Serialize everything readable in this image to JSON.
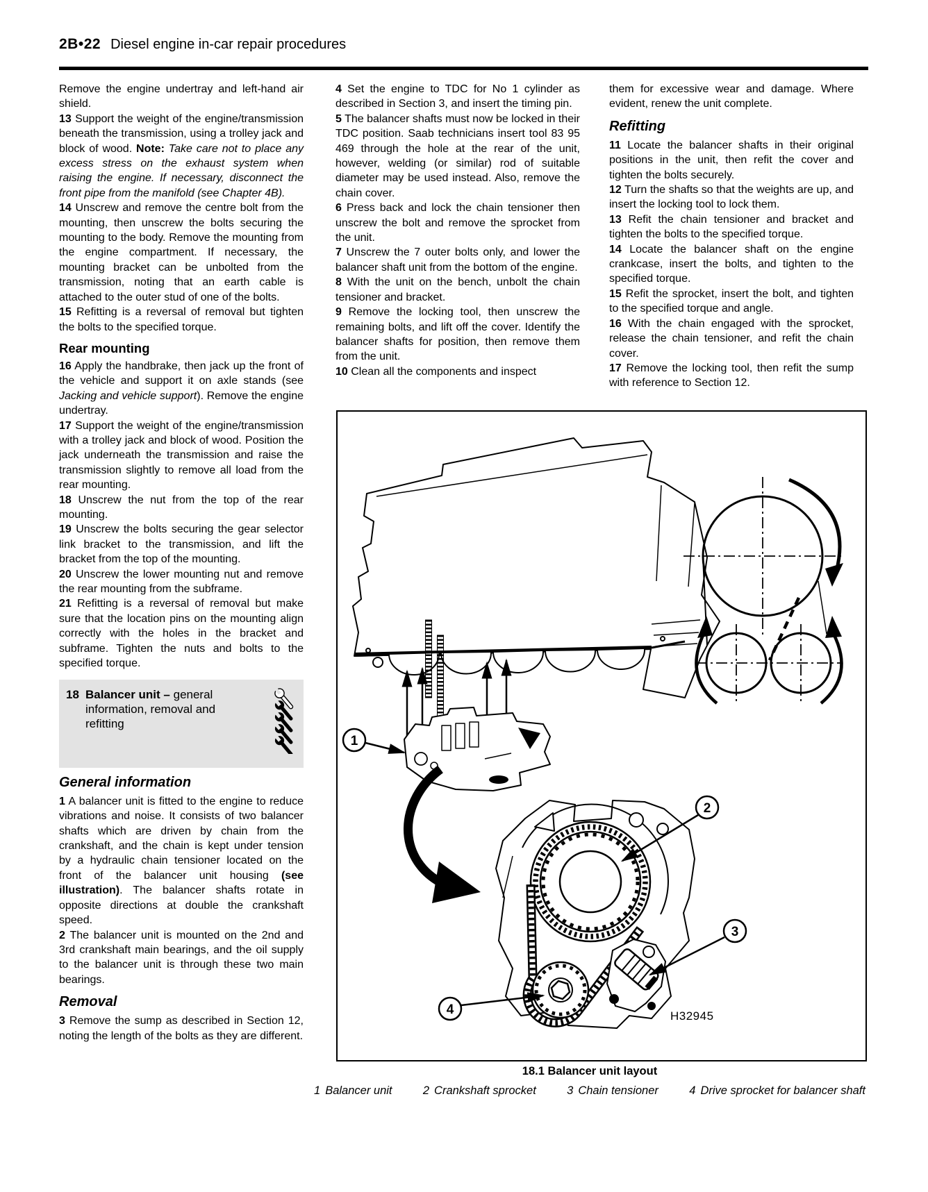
{
  "header": {
    "page_number": "2B•22",
    "title": "Diesel engine in-car repair procedures"
  },
  "section_box": {
    "number": "18",
    "title_bold": "Balancer unit – ",
    "title_rest": "general information, removal and refitting",
    "difficulty_icon": "spanner-icons",
    "spanner_count": 5
  },
  "columns": {
    "left": [
      {
        "type": "para",
        "segments": [
          {
            "t": "Remove the engine undertray and left-hand air shield.",
            "f": "n"
          }
        ]
      },
      {
        "type": "para",
        "segments": [
          {
            "t": "13",
            "f": "b"
          },
          {
            "t": " Support the weight of the engine/transmission beneath the transmission, using a trolley jack and block of wood. ",
            "f": "n"
          },
          {
            "t": "Note:",
            "f": "b"
          },
          {
            "t": " Take care not to place any excess stress on the exhaust system when raising the engine. If necessary, disconnect the front pipe from the manifold (see Chapter 4B).",
            "f": "i"
          }
        ]
      },
      {
        "type": "para",
        "segments": [
          {
            "t": "14",
            "f": "b"
          },
          {
            "t": " Unscrew and remove the centre bolt from the mounting, then unscrew the bolts securing the mounting to the body. Remove the mounting from the engine compartment. If necessary, the mounting bracket can be unbolted from the transmission, noting that an earth cable is attached to the outer stud of one of the bolts.",
            "f": "n"
          }
        ]
      },
      {
        "type": "para",
        "segments": [
          {
            "t": "15",
            "f": "b"
          },
          {
            "t": " Refitting is a reversal of removal but tighten the bolts to the specified torque.",
            "f": "n"
          }
        ]
      },
      {
        "type": "h1",
        "text": "Rear mounting"
      },
      {
        "type": "para",
        "segments": [
          {
            "t": "16",
            "f": "b"
          },
          {
            "t": " Apply the handbrake, then jack up the front of the vehicle and support it on axle stands (see ",
            "f": "n"
          },
          {
            "t": "Jacking and vehicle support",
            "f": "i"
          },
          {
            "t": "). Remove the engine undertray.",
            "f": "n"
          }
        ]
      },
      {
        "type": "para",
        "segments": [
          {
            "t": "17",
            "f": "b"
          },
          {
            "t": " Support the weight of the engine/transmission with a trolley jack and block of wood. Position the jack underneath the transmission and raise the transmission slightly to remove all load from the rear mounting.",
            "f": "n"
          }
        ]
      },
      {
        "type": "para",
        "segments": [
          {
            "t": "18",
            "f": "b"
          },
          {
            "t": " Unscrew the nut from the top of the rear mounting.",
            "f": "n"
          }
        ]
      },
      {
        "type": "para",
        "segments": [
          {
            "t": "19",
            "f": "b"
          },
          {
            "t": " Unscrew the bolts securing the gear selector link bracket to the transmission, and lift the bracket from the top of the mounting.",
            "f": "n"
          }
        ]
      },
      {
        "type": "para",
        "segments": [
          {
            "t": "20",
            "f": "b"
          },
          {
            "t": " Unscrew the lower mounting nut and remove the rear mounting from the subframe.",
            "f": "n"
          }
        ]
      },
      {
        "type": "para",
        "segments": [
          {
            "t": "21",
            "f": "b"
          },
          {
            "t": " Refitting is a reversal of removal but make sure that the location pins on the mounting align correctly with the holes in the bracket and subframe. Tighten the nuts and bolts to the specified torque.",
            "f": "n"
          }
        ]
      },
      {
        "type": "box"
      },
      {
        "type": "h2",
        "text": "General information"
      },
      {
        "type": "para",
        "segments": [
          {
            "t": "1",
            "f": "b"
          },
          {
            "t": " A balancer unit is fitted to the engine to reduce vibrations and noise. It consists of two balancer shafts which are driven by chain from the crankshaft, and the chain is kept under tension by a hydraulic chain tensioner located on the front of the balancer unit housing ",
            "f": "n"
          },
          {
            "t": "(see illustration)",
            "f": "b"
          },
          {
            "t": ". The balancer shafts rotate in opposite directions at double the crankshaft speed.",
            "f": "n"
          }
        ]
      },
      {
        "type": "para",
        "segments": [
          {
            "t": "2",
            "f": "b"
          },
          {
            "t": " The balancer unit is mounted on the 2nd and 3rd crankshaft main bearings, and the oil supply to the balancer unit is through these two main bearings.",
            "f": "n"
          }
        ]
      },
      {
        "type": "h2",
        "text": "Removal"
      },
      {
        "type": "para",
        "segments": [
          {
            "t": "3",
            "f": "b"
          },
          {
            "t": " Remove the sump as described in Section 12, noting the length of the bolts as they are different.",
            "f": "n"
          }
        ]
      }
    ],
    "middle": [
      {
        "type": "para",
        "segments": [
          {
            "t": "4",
            "f": "b"
          },
          {
            "t": " Set the engine to TDC for No 1 cylinder as described in Section 3, and insert the timing pin.",
            "f": "n"
          }
        ]
      },
      {
        "type": "para",
        "segments": [
          {
            "t": "5",
            "f": "b"
          },
          {
            "t": " The balancer shafts must now be locked in their TDC position. Saab technicians insert tool 83 95 469 through the hole at the rear of the unit, however, welding (or similar) rod of suitable diameter may be used instead. Also, remove the chain cover.",
            "f": "n"
          }
        ]
      },
      {
        "type": "para",
        "segments": [
          {
            "t": "6",
            "f": "b"
          },
          {
            "t": " Press back and lock the chain tensioner then unscrew the bolt and remove the sprocket from the unit.",
            "f": "n"
          }
        ]
      },
      {
        "type": "para",
        "segments": [
          {
            "t": "7",
            "f": "b"
          },
          {
            "t": " Unscrew the 7 outer bolts only, and lower the balancer shaft unit from the bottom of the engine.",
            "f": "n"
          }
        ]
      },
      {
        "type": "para",
        "segments": [
          {
            "t": "8",
            "f": "b"
          },
          {
            "t": " With the unit on the bench, unbolt the chain tensioner and bracket.",
            "f": "n"
          }
        ]
      },
      {
        "type": "para",
        "segments": [
          {
            "t": "9",
            "f": "b"
          },
          {
            "t": " Remove the locking tool, then unscrew the remaining bolts, and lift off the cover. Identify the balancer shafts for position, then remove them from the unit.",
            "f": "n"
          }
        ]
      },
      {
        "type": "para",
        "segments": [
          {
            "t": "10",
            "f": "b"
          },
          {
            "t": " Clean all the components and inspect",
            "f": "n"
          }
        ]
      }
    ],
    "right": [
      {
        "type": "para",
        "segments": [
          {
            "t": "them for excessive wear and damage. Where evident, renew the unit complete.",
            "f": "n"
          }
        ]
      },
      {
        "type": "h2",
        "text": "Refitting"
      },
      {
        "type": "para",
        "segments": [
          {
            "t": "11",
            "f": "b"
          },
          {
            "t": " Locate the balancer shafts in their original positions in the unit, then refit the cover and tighten the bolts securely.",
            "f": "n"
          }
        ]
      },
      {
        "type": "para",
        "segments": [
          {
            "t": "12",
            "f": "b"
          },
          {
            "t": " Turn the shafts so that the weights are up, and insert the locking tool to lock them.",
            "f": "n"
          }
        ]
      },
      {
        "type": "para",
        "segments": [
          {
            "t": "13",
            "f": "b"
          },
          {
            "t": " Refit the chain tensioner and bracket and tighten the bolts to the specified torque.",
            "f": "n"
          }
        ]
      },
      {
        "type": "para",
        "segments": [
          {
            "t": "14",
            "f": "b"
          },
          {
            "t": " Locate the balancer shaft on the engine crankcase, insert the bolts, and tighten to the specified torque.",
            "f": "n"
          }
        ]
      },
      {
        "type": "para",
        "segments": [
          {
            "t": "15",
            "f": "b"
          },
          {
            "t": " Refit the sprocket, insert the bolt, and tighten to the specified torque and angle.",
            "f": "n"
          }
        ]
      },
      {
        "type": "para",
        "segments": [
          {
            "t": "16",
            "f": "b"
          },
          {
            "t": " With the chain engaged with the sprocket, release the chain tensioner, and refit the chain cover.",
            "f": "n"
          }
        ]
      },
      {
        "type": "para",
        "segments": [
          {
            "t": "17",
            "f": "b"
          },
          {
            "t": " Remove the locking tool, then refit the sump with reference to Section 12.",
            "f": "n"
          }
        ]
      }
    ]
  },
  "figure": {
    "callouts": [
      "1",
      "2",
      "3",
      "4"
    ],
    "ref_code": "H32945",
    "caption_title": "18.1  Balancer unit layout",
    "caption_items": [
      {
        "num": "1",
        "label": "Balancer unit"
      },
      {
        "num": "2",
        "label": "Crankshaft sprocket"
      },
      {
        "num": "3",
        "label": "Chain tensioner"
      },
      {
        "num": "4",
        "label": "Drive sprocket for balancer shaft"
      }
    ]
  }
}
